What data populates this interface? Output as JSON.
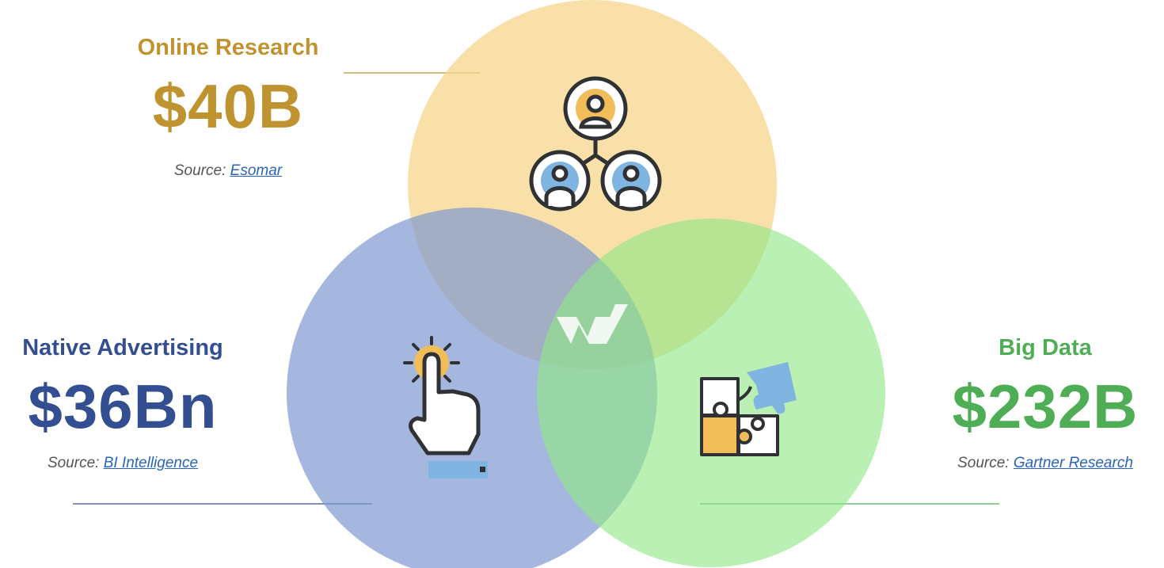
{
  "segments": {
    "online": {
      "title": "Online Research",
      "amount": "$40B",
      "source_prefix": "Source:",
      "source_link": "Esomar",
      "color": "#bf932f",
      "circle_color": "#f6d68b",
      "icon": "network-people-icon"
    },
    "native": {
      "title": "Native Advertising",
      "amount": "$36Bn",
      "source_prefix": "Source:",
      "source_link": "BI Intelligence",
      "color": "#344f91",
      "circle_color": "#7f98d0",
      "icon": "tap-pointer-icon"
    },
    "bigdata": {
      "title": "Big Data",
      "amount": "$232B",
      "source_prefix": "Source:",
      "source_link": "Gartner Research",
      "color": "#4fad55",
      "circle_color": "#90e686",
      "icon": "puzzle-pieces-icon"
    }
  },
  "center_logo": "logo-w-icon"
}
